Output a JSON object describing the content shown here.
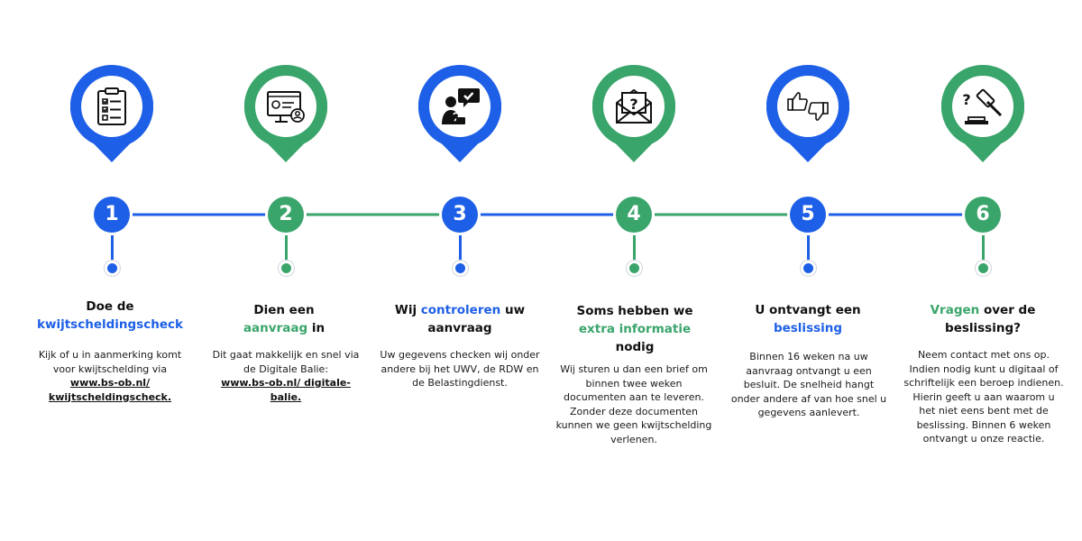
{
  "colors": {
    "blue": "#1d5fe6",
    "green": "#3aa56b",
    "dot_ring": "#cfd6dd"
  },
  "steps": [
    {
      "number": "1",
      "color": "blue",
      "icon": "clipboard-checklist-icon",
      "title_pre": "Doe de",
      "title_hl": "kwijtscheldingscheck",
      "title_post": "",
      "body": "Kijk of u in aanmerking komt voor kwijtschelding via",
      "link": "www.bs-ob.nl/ kwijtscheldingscheck."
    },
    {
      "number": "2",
      "color": "green",
      "icon": "computer-application-icon",
      "title_pre": "Dien een",
      "title_hl": "aanvraag",
      "title_post": "in",
      "body": "Dit gaat makkelijk en snel via de Digitale Balie:",
      "link": "www.bs-ob.nl/ digitale-balie."
    },
    {
      "number": "3",
      "color": "blue",
      "icon": "person-checking-chat-icon",
      "title_pre": "Wij",
      "title_hl": "controleren",
      "title_post": "uw aanvraag",
      "body": "Uw gegevens checken wij onder andere bij het UWV, de RDW en de Belastingdienst.",
      "link": ""
    },
    {
      "number": "4",
      "color": "green",
      "icon": "envelope-question-icon",
      "title_pre": "Soms hebben we",
      "title_hl": "extra informatie",
      "title_post": "nodig",
      "body": "Wij sturen u dan een brief om binnen twee weken documenten aan te leveren. Zonder deze documenten kunnen we geen kwijtschelding verlenen.",
      "link": ""
    },
    {
      "number": "5",
      "color": "blue",
      "icon": "thumbs-up-down-icon",
      "title_pre": "U ontvangt een",
      "title_hl": "beslissing",
      "title_post": "",
      "body": "Binnen 16 weken na uw aanvraag ontvangt u een besluit. De snelheid hangt onder andere af van hoe snel u gegevens aanlevert.",
      "link": ""
    },
    {
      "number": "6",
      "color": "green",
      "icon": "gavel-question-icon",
      "title_pre": "",
      "title_hl": "Vragen",
      "title_post": "over de beslissing?",
      "body": "Neem contact met ons op. Indien nodig kunt u digitaal of schriftelijk een beroep indienen. Hierin geeft u aan waarom u het niet eens bent met de beslissing. Binnen 6 weken ontvangt u onze reactie.",
      "link": ""
    }
  ]
}
